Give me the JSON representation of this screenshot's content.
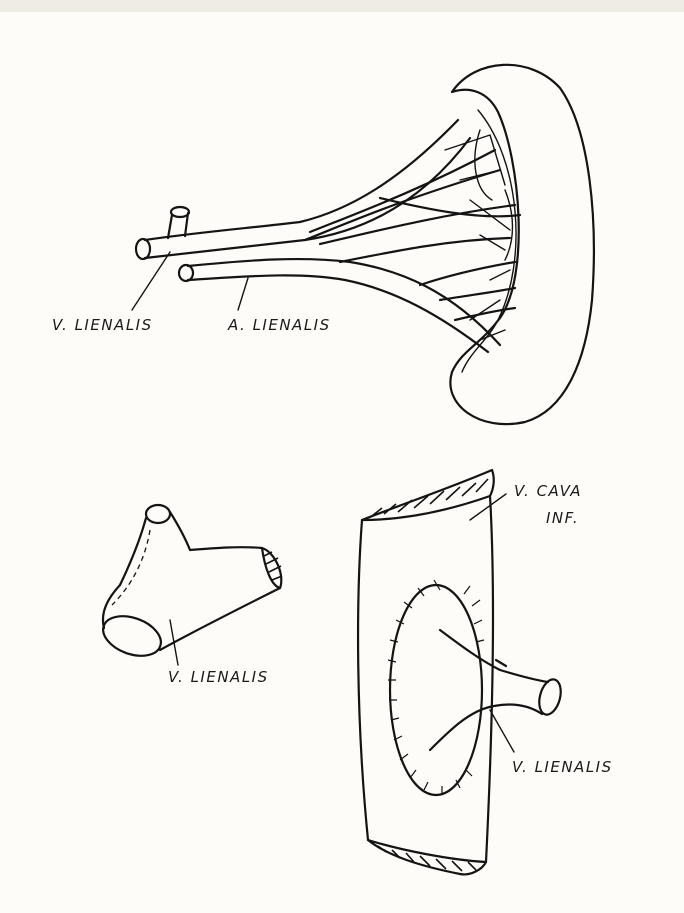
{
  "labels": {
    "top_vein": "V. LIENALIS",
    "top_artery": "A. LIENALIS",
    "bottom_left_vein": "V. LIENALIS",
    "cava_line1": "V. CAVA",
    "cava_line2": "INF.",
    "bottom_right_vein": "V. LIENALIS"
  }
}
